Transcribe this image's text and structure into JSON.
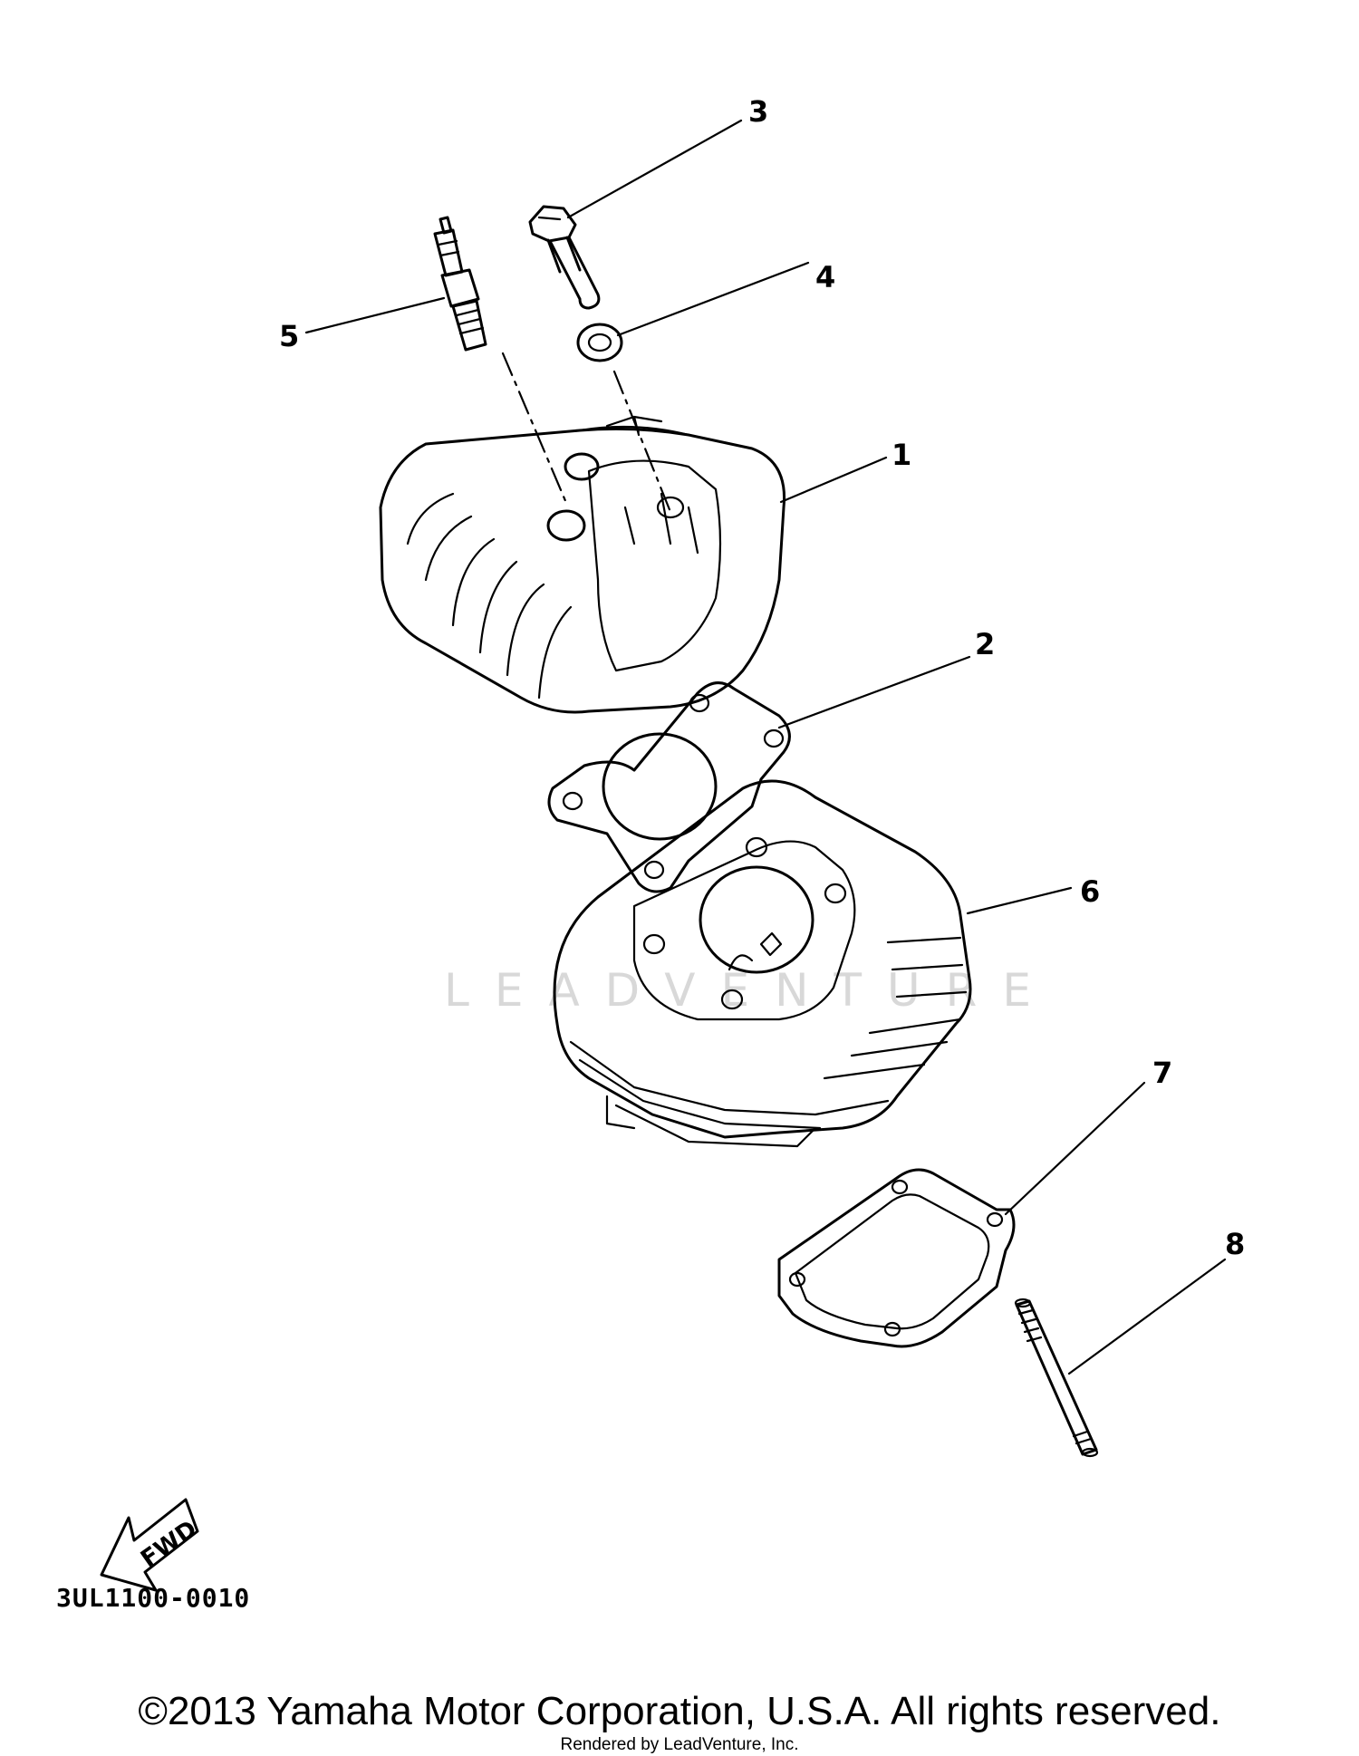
{
  "callouts": [
    {
      "label": "3",
      "name": "callout-3"
    },
    {
      "label": "4",
      "name": "callout-4"
    },
    {
      "label": "5",
      "name": "callout-5"
    },
    {
      "label": "1",
      "name": "callout-1"
    },
    {
      "label": "2",
      "name": "callout-2"
    },
    {
      "label": "6",
      "name": "callout-6"
    },
    {
      "label": "7",
      "name": "callout-7"
    },
    {
      "label": "8",
      "name": "callout-8"
    }
  ],
  "fwd_label": "FWD",
  "part_code": "3UL1100-0010",
  "watermark": "LEADVENTURE",
  "copyright": "©2013 Yamaha Motor Corporation, U.S.A. All rights reserved.",
  "rendered_by": "Rendered by LeadVenture, Inc."
}
